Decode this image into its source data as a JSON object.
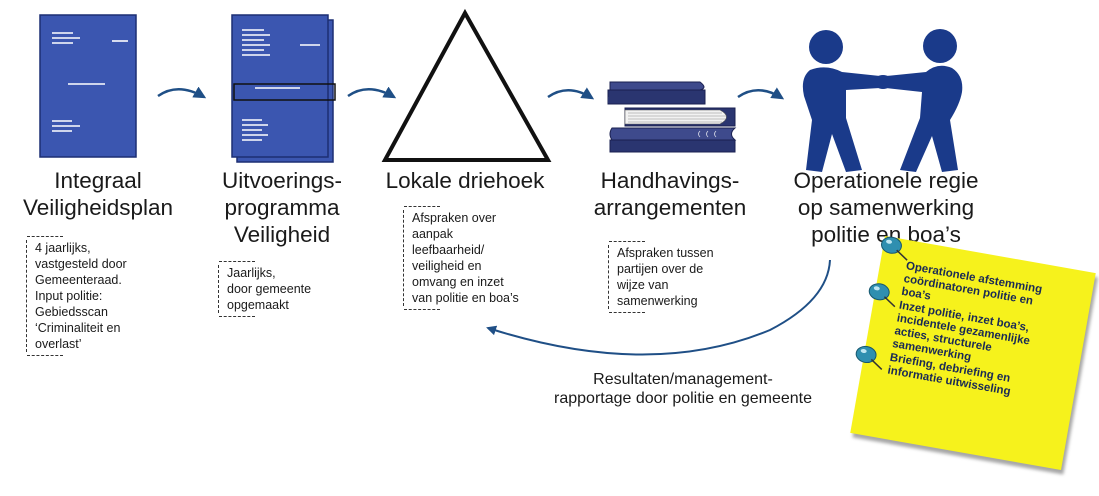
{
  "colors": {
    "document_fill": "#3b56b0",
    "document_lines": "#ffffff",
    "arrow": "#1f4f86",
    "figure": "#1a3a8a",
    "books": "#2a3570",
    "sticky": "#f6f21c",
    "pin": "#2f8fb0"
  },
  "stages": [
    {
      "id": "integraal",
      "title_lines": [
        "Integraal",
        "Veiligheidsplan"
      ],
      "icon": "document-icon",
      "note_lines": [
        "4 jaarlijks,",
        "vastgesteld door",
        "Gemeenteraad.",
        "Input politie:",
        "Gebiedsscan",
        "‘Criminaliteit en",
        "overlast’"
      ]
    },
    {
      "id": "uitvoering",
      "title_lines": [
        "Uitvoerings-",
        "programma",
        "Veiligheid"
      ],
      "icon": "document-icon",
      "note_lines": [
        "Jaarlijks,",
        "door gemeente",
        "opgemaakt"
      ]
    },
    {
      "id": "driehoek",
      "title_lines": [
        "Lokale driehoek"
      ],
      "icon": "triangle-icon",
      "note_lines": [
        "Afspraken over",
        "aanpak",
        "leefbaarheid/",
        "veiligheid en",
        "omvang en inzet",
        "van politie en boa’s"
      ]
    },
    {
      "id": "handhaving",
      "title_lines": [
        "Handhavings-",
        "arrangementen"
      ],
      "icon": "books-icon",
      "note_lines": [
        "Afspraken tussen",
        "partijen over de",
        "wijze van",
        "samenwerking"
      ]
    },
    {
      "id": "regie",
      "title_lines": [
        "Operationele regie",
        "op samenwerking",
        "politie en boa’s"
      ],
      "icon": "handshake-icon"
    }
  ],
  "feedback": {
    "lines": [
      "Resultaten/management-",
      "rapportage door politie en gemeente"
    ]
  },
  "sticky_note": {
    "items": [
      [
        "Operationele afstemming",
        "coördinatoren politie en",
        "boa’s"
      ],
      [
        "Inzet politie, inzet boa’s,",
        "incidentele gezamenlijke",
        "acties, structurele",
        "samenwerking"
      ],
      [
        "Briefing, debriefing en",
        "informatie uitwisseling"
      ]
    ]
  }
}
